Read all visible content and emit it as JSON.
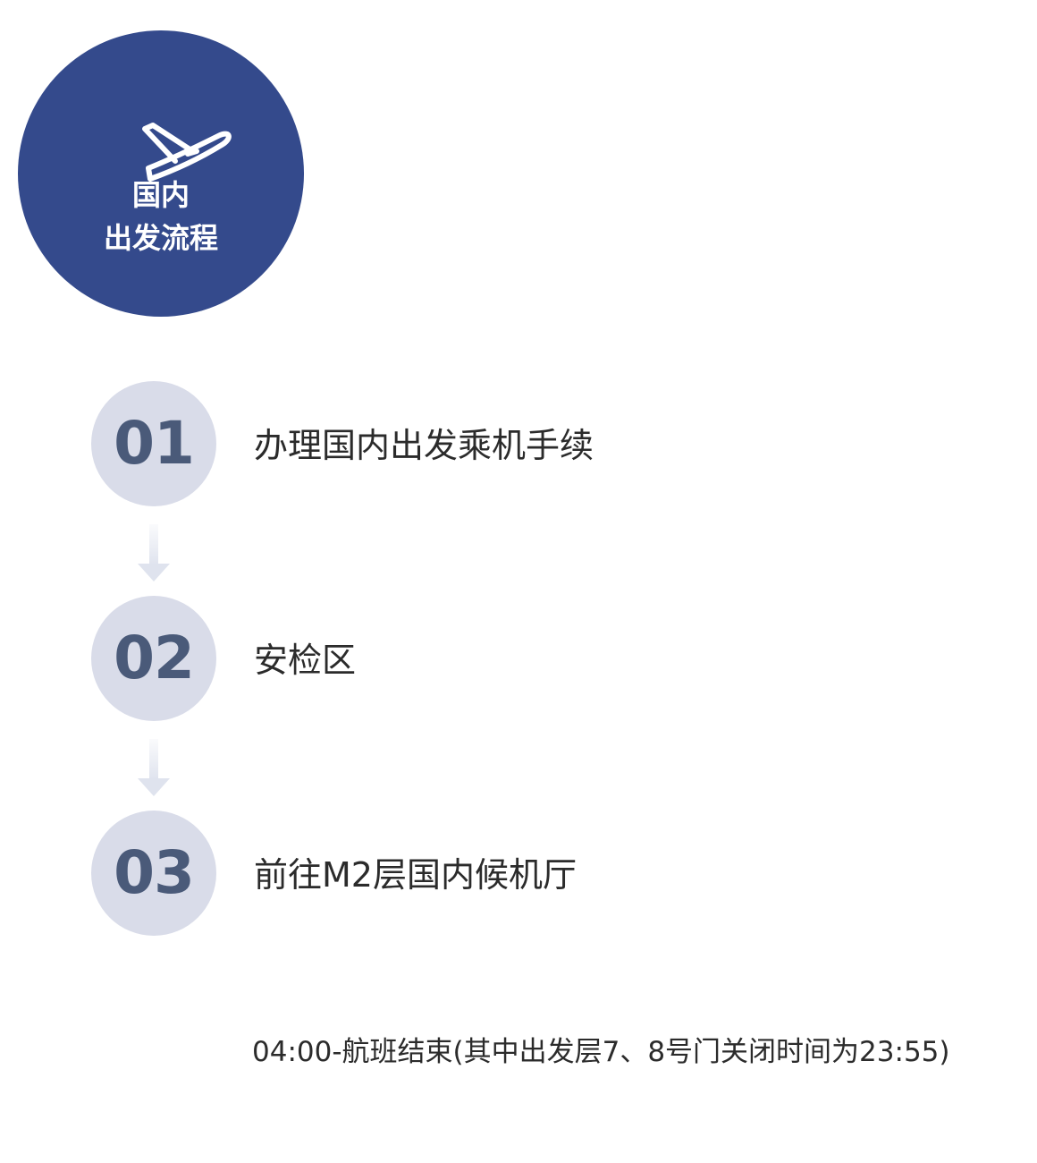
{
  "header": {
    "icon": "airplane-takeoff-icon",
    "line1": "国内",
    "line2": "出发流程",
    "bg_color": "#344a8c"
  },
  "steps": [
    {
      "number": "01",
      "label": "办理国内出发乘机手续"
    },
    {
      "number": "02",
      "label": "安检区"
    },
    {
      "number": "03",
      "label": "前往M2层国内候机厅"
    }
  ],
  "note": "04:00-航班结束(其中出发层7、8号门关闭时间为23:55)",
  "colors": {
    "circle": "#d9dce9",
    "number": "#4a5a79",
    "arrow": "#dfe3ee"
  }
}
